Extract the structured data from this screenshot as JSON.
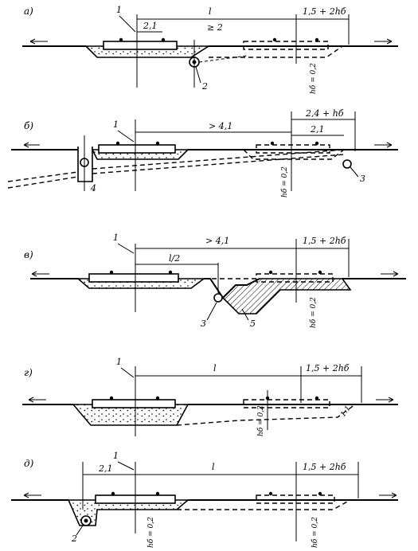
{
  "panels": [
    {
      "letter": "а)",
      "callouts": [
        "1",
        "2"
      ],
      "dims": [
        "2,1",
        "l",
        "≥ 2",
        "1,5 + 2hб"
      ],
      "vertical": "hб = 0,2"
    },
    {
      "letter": "б)",
      "callouts": [
        "1",
        "4",
        "3"
      ],
      "dims": [
        "> 4,1",
        "2,4 + hб",
        "2,1"
      ],
      "vertical": "hб = 0,2"
    },
    {
      "letter": "в)",
      "callouts": [
        "1",
        "3",
        "5"
      ],
      "dims": [
        "> 4,1",
        "l/2",
        "1,5 + 2hб"
      ],
      "vertical": "hб = 0,2"
    },
    {
      "letter": "г)",
      "callouts": [
        "1"
      ],
      "dims": [
        "l",
        "1,5 + 2hб",
        "1:1"
      ],
      "vertical": "hб = 0,2"
    },
    {
      "letter": "д)",
      "callouts": [
        "1",
        "2"
      ],
      "dims": [
        "2,1",
        "l",
        "1,5 + 2hб"
      ],
      "vertical_left": "hб = 0,2",
      "vertical_right": "hб = 0,2"
    }
  ]
}
